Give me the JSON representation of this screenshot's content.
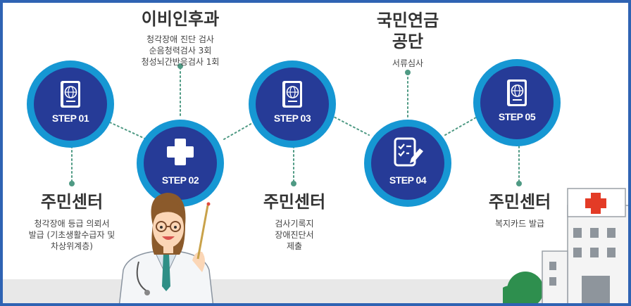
{
  "steps": [
    {
      "label": "STEP 01",
      "icon": "passport-icon"
    },
    {
      "label": "STEP 02",
      "icon": "plus-icon"
    },
    {
      "label": "STEP 03",
      "icon": "passport-icon"
    },
    {
      "label": "STEP 04",
      "icon": "checklist-pen-icon"
    },
    {
      "label": "STEP 05",
      "icon": "passport-icon"
    }
  ],
  "nodes": [
    {
      "title": "주민센터",
      "desc": [
        "청각장애 등급 의뢰서",
        "발급 (기초생활수급자 및",
        "차상위계층)"
      ]
    },
    {
      "title": "이비인후과",
      "desc": [
        "청각장애 진단 검사",
        "순음청력검사 3회",
        "청성뇌간반응검사 1회"
      ]
    },
    {
      "title": "주민센터",
      "desc": [
        "검사기록지",
        "장애진단서",
        "제출"
      ]
    },
    {
      "title": [
        "국민연금",
        "공단"
      ],
      "desc": [
        "서류심사"
      ]
    },
    {
      "title": "주민센터",
      "desc": [
        "복지카드 발급"
      ]
    }
  ],
  "colors": {
    "circle_outer": "#1697d3",
    "circle_inner": "#263b97",
    "connector": "#4f9a84",
    "frame_border": "#2f63b3",
    "hospital_cross": "#e33b26"
  }
}
